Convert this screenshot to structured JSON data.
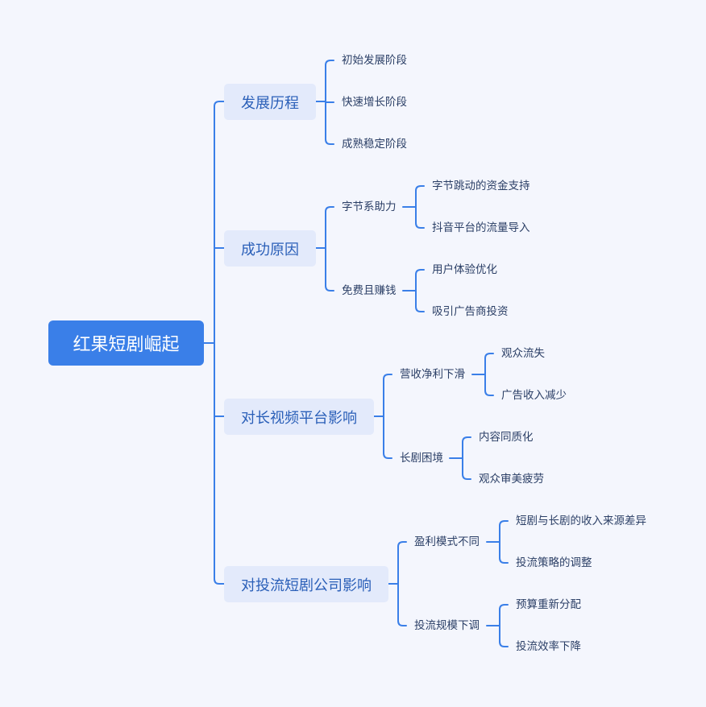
{
  "root": "红果短剧崛起",
  "branches": [
    {
      "label": "发展历程",
      "children": [
        "初始发展阶段",
        "快速增长阶段",
        "成熟稳定阶段"
      ]
    },
    {
      "label": "成功原因",
      "children": [
        {
          "label": "字节系助力",
          "children": [
            "字节跳动的资金支持",
            "抖音平台的流量导入"
          ]
        },
        {
          "label": "免费且赚钱",
          "children": [
            "用户体验优化",
            "吸引广告商投资"
          ]
        }
      ]
    },
    {
      "label": "对长视频平台影响",
      "children": [
        {
          "label": "营收净利下滑",
          "children": [
            "观众流失",
            "广告收入减少"
          ]
        },
        {
          "label": "长剧困境",
          "children": [
            "内容同质化",
            "观众审美疲劳"
          ]
        }
      ]
    },
    {
      "label": "对投流短剧公司影响",
      "children": [
        {
          "label": "盈利模式不同",
          "children": [
            "短剧与长剧的收入来源差异",
            "投流策略的调整"
          ]
        },
        {
          "label": "投流规模下调",
          "children": [
            "预算重新分配",
            "投流效率下降"
          ]
        }
      ]
    }
  ],
  "colors": {
    "connector": "#3a7fe8",
    "root_fill": "#3a7fe8",
    "branch_fill": "#e3eafb",
    "branch_text": "#2a5fb8",
    "leaf_text": "#2b3f66",
    "background": "#f4f6fd"
  }
}
